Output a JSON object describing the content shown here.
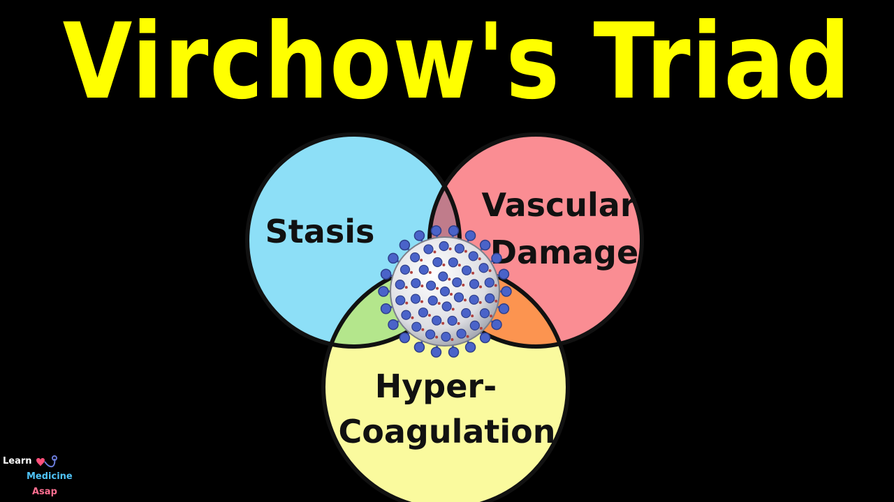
{
  "title": "Virchow's Triad",
  "colors": {
    "background": "#000000",
    "title": "#ffff00",
    "stasis": "#8ddff7",
    "vascular": "#fa8d93",
    "coagulation": "#fafa9e",
    "stasis_vascular_overlap": "#c07c8b",
    "stasis_coag_overlap": "#b4e68c",
    "vascular_coag_overlap": "#fc9450"
  },
  "venn": {
    "stasis": {
      "lines": [
        "Stasis"
      ]
    },
    "vascular_damage": {
      "lines": [
        "Vascular",
        "Damage"
      ]
    },
    "hyper_coagulation": {
      "lines": [
        "Hyper-",
        "Coagulation"
      ]
    },
    "center_icon": "coronavirus-icon"
  },
  "logo": {
    "line1": "Learn",
    "line2": "Medicine",
    "line3": "Asap",
    "icon": "stethoscope-heart-icon"
  }
}
